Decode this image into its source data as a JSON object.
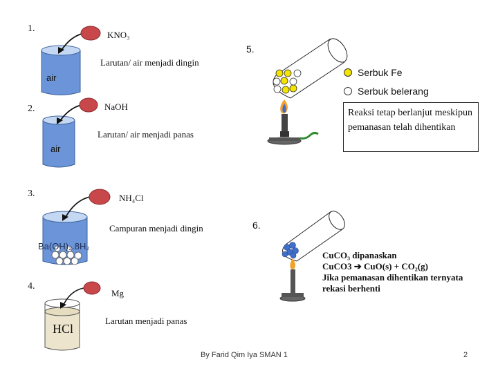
{
  "experiments": [
    {
      "number": "1.",
      "reagent": "KNO₃",
      "observation": "Larutan/ air  menjadi dingin",
      "vessel_label": "air"
    },
    {
      "number": "2.",
      "reagent": "NaOH",
      "observation": "Larutan/ air menjadi panas",
      "vessel_label": "air"
    },
    {
      "number": "3.",
      "reagent": "NH₄Cl",
      "observation": "Campuran menjadi  dingin",
      "vessel_label": "Ba(OH)₂.8H₂"
    },
    {
      "number": "4.",
      "reagent": "Mg",
      "observation": "Larutan  menjadi panas",
      "vessel_label": "HCl"
    },
    {
      "number": "5.",
      "legend": [
        {
          "label": "Serbuk Fe",
          "color": "#f4e400"
        },
        {
          "label": "Serbuk  belerang",
          "color": "#ffffff"
        }
      ],
      "description": "Reaksi tetap berlanjut meskipun pemanasan telah dihentikan"
    },
    {
      "number": "6.",
      "lines": [
        "CuCO₃ dipanaskan",
        "CuCO3   ➔  CuO(s) + CO₂(g)",
        "Jika pemanasan dihentikan ternyata",
        "rekasi berhenti"
      ]
    }
  ],
  "footer": {
    "credit": "By Farid Qim Iya SMAN 1",
    "page": "2"
  },
  "colors": {
    "beaker_blue": "#6b95d8",
    "reagent_red": "#c8474a",
    "hcl_liquid": "#ece4cc",
    "flame_blue": "#3a6bd8",
    "flame_orange": "#f2a22a",
    "hose_green": "#2f8a2f"
  }
}
